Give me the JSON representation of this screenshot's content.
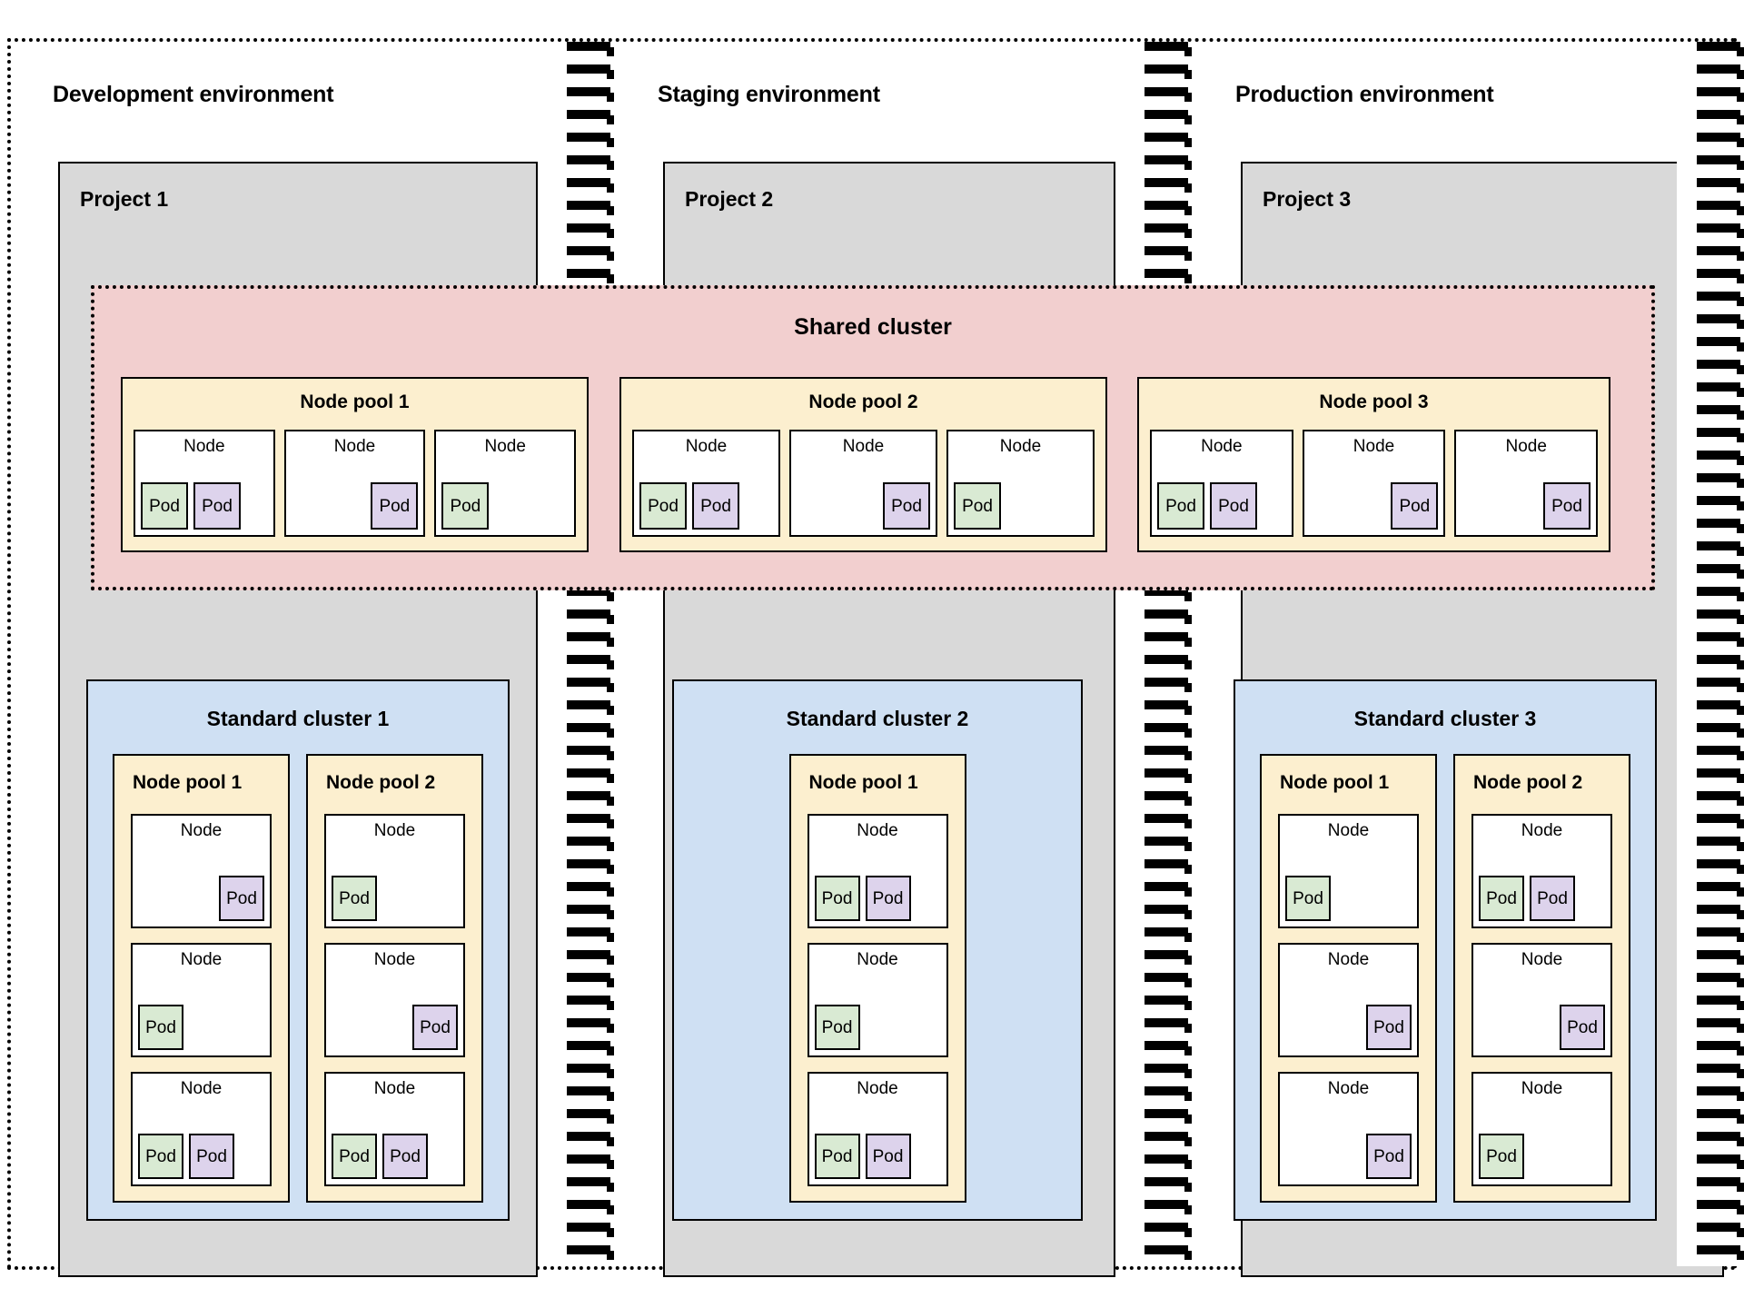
{
  "colors": {
    "project_bg": "#d9d9d9",
    "shared_cluster_bg": "#f2cfcf",
    "standard_cluster_bg": "#cfe0f3",
    "node_pool_bg": "#fcefcf",
    "node_bg": "#ffffff",
    "pod_green": "#d9ead3",
    "pod_purple": "#ddd3ec",
    "stroke": "#000000"
  },
  "labels": {
    "node": "Node",
    "pod": "Pod"
  },
  "environments": [
    {
      "title": "Development environment",
      "project": "Project 1"
    },
    {
      "title": "Staging environment",
      "project": "Project 2"
    },
    {
      "title": "Production environment",
      "project": "Project 3"
    }
  ],
  "shared_cluster": {
    "title": "Shared cluster",
    "pools": [
      {
        "title": "Node pool 1",
        "nodes": [
          {
            "align": "left",
            "pods": [
              "green",
              "purple"
            ]
          },
          {
            "align": "right",
            "pods": [
              "purple"
            ]
          },
          {
            "align": "left",
            "pods": [
              "green"
            ]
          }
        ]
      },
      {
        "title": "Node pool 2",
        "nodes": [
          {
            "align": "left",
            "pods": [
              "green",
              "purple"
            ]
          },
          {
            "align": "right",
            "pods": [
              "purple"
            ]
          },
          {
            "align": "left",
            "pods": [
              "green"
            ]
          }
        ]
      },
      {
        "title": "Node pool 3",
        "nodes": [
          {
            "align": "left",
            "pods": [
              "green",
              "purple"
            ]
          },
          {
            "align": "right",
            "pods": [
              "purple"
            ]
          },
          {
            "align": "right",
            "pods": [
              "purple"
            ]
          }
        ]
      }
    ]
  },
  "standard_clusters": [
    {
      "title": "Standard cluster 1",
      "pools": [
        {
          "title": "Node pool 1",
          "nodes": [
            {
              "align": "right",
              "pods": [
                "purple"
              ]
            },
            {
              "align": "left",
              "pods": [
                "green"
              ]
            },
            {
              "align": "left",
              "pods": [
                "green",
                "purple"
              ]
            }
          ]
        },
        {
          "title": "Node pool 2",
          "nodes": [
            {
              "align": "left",
              "pods": [
                "green"
              ]
            },
            {
              "align": "right",
              "pods": [
                "purple"
              ]
            },
            {
              "align": "left",
              "pods": [
                "green",
                "purple"
              ]
            }
          ]
        }
      ]
    },
    {
      "title": "Standard cluster 2",
      "pools": [
        {
          "title": "Node pool 1",
          "nodes": [
            {
              "align": "left",
              "pods": [
                "green",
                "purple"
              ]
            },
            {
              "align": "left",
              "pods": [
                "green"
              ]
            },
            {
              "align": "left",
              "pods": [
                "green",
                "purple"
              ]
            }
          ]
        }
      ]
    },
    {
      "title": "Standard cluster 3",
      "pools": [
        {
          "title": "Node pool 1",
          "nodes": [
            {
              "align": "left",
              "pods": [
                "green"
              ]
            },
            {
              "align": "right",
              "pods": [
                "purple"
              ]
            },
            {
              "align": "right",
              "pods": [
                "purple"
              ]
            }
          ]
        },
        {
          "title": "Node pool 2",
          "nodes": [
            {
              "align": "left",
              "pods": [
                "green",
                "purple"
              ]
            },
            {
              "align": "right",
              "pods": [
                "purple"
              ]
            },
            {
              "align": "left",
              "pods": [
                "green"
              ]
            }
          ]
        }
      ]
    }
  ]
}
